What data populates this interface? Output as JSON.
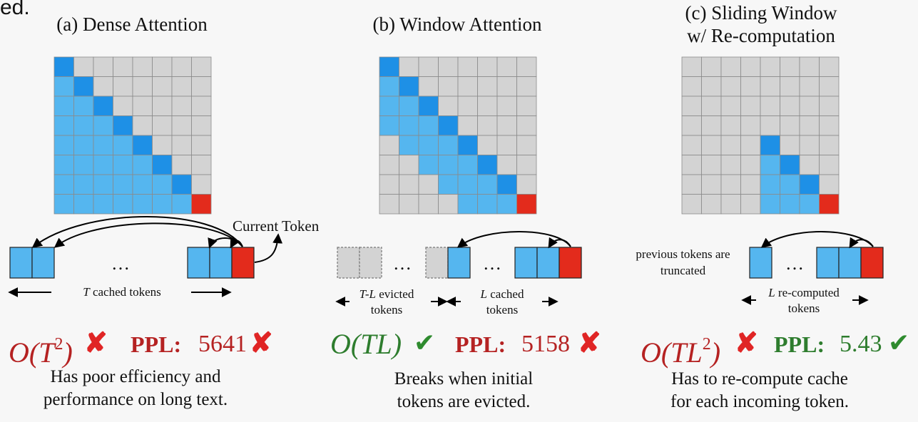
{
  "corner_fragment": "ed.",
  "panels": [
    {
      "title": "(a) Dense Attention",
      "complexity": "O(T²)",
      "complexity_mark": "✘",
      "ppl_label": "PPL:",
      "ppl_value": "5641",
      "ppl_mark": "✘",
      "description": [
        "Has poor efficiency and",
        "performance on long text."
      ],
      "token_annotation": "Current Token",
      "span_label": "T cached tokens",
      "ellipsis": "…"
    },
    {
      "title": "(b) Window Attention",
      "complexity": "O(TL)",
      "complexity_mark": "✔",
      "ppl_label": "PPL:",
      "ppl_value": "5158",
      "ppl_mark": "✘",
      "description": [
        "Breaks when initial",
        "tokens are evicted."
      ],
      "span_label_left": [
        "T-L evicted",
        "tokens"
      ],
      "span_label_right": [
        "L cached",
        "tokens"
      ],
      "ellipsis": "…"
    },
    {
      "title": [
        "(c) Sliding Window",
        "w/ Re-computation"
      ],
      "complexity": "O(TL²)",
      "complexity_mark": "✘",
      "ppl_label": "PPL:",
      "ppl_value": "5.43",
      "ppl_mark": "✔",
      "description": [
        "Has to re-compute cache",
        "for each incoming token."
      ],
      "left_note": [
        "previous tokens are",
        "truncated"
      ],
      "span_label": [
        "L re-computed",
        "tokens"
      ],
      "ellipsis": "…"
    }
  ],
  "colors": {
    "grid_gray": "#d3d3d3",
    "attend_blue": "#55b6ef",
    "diag_blue": "#1e90e6",
    "current_red": "#e32b1c",
    "cross_red": "#e02525",
    "check_green": "#2e8b2e"
  }
}
